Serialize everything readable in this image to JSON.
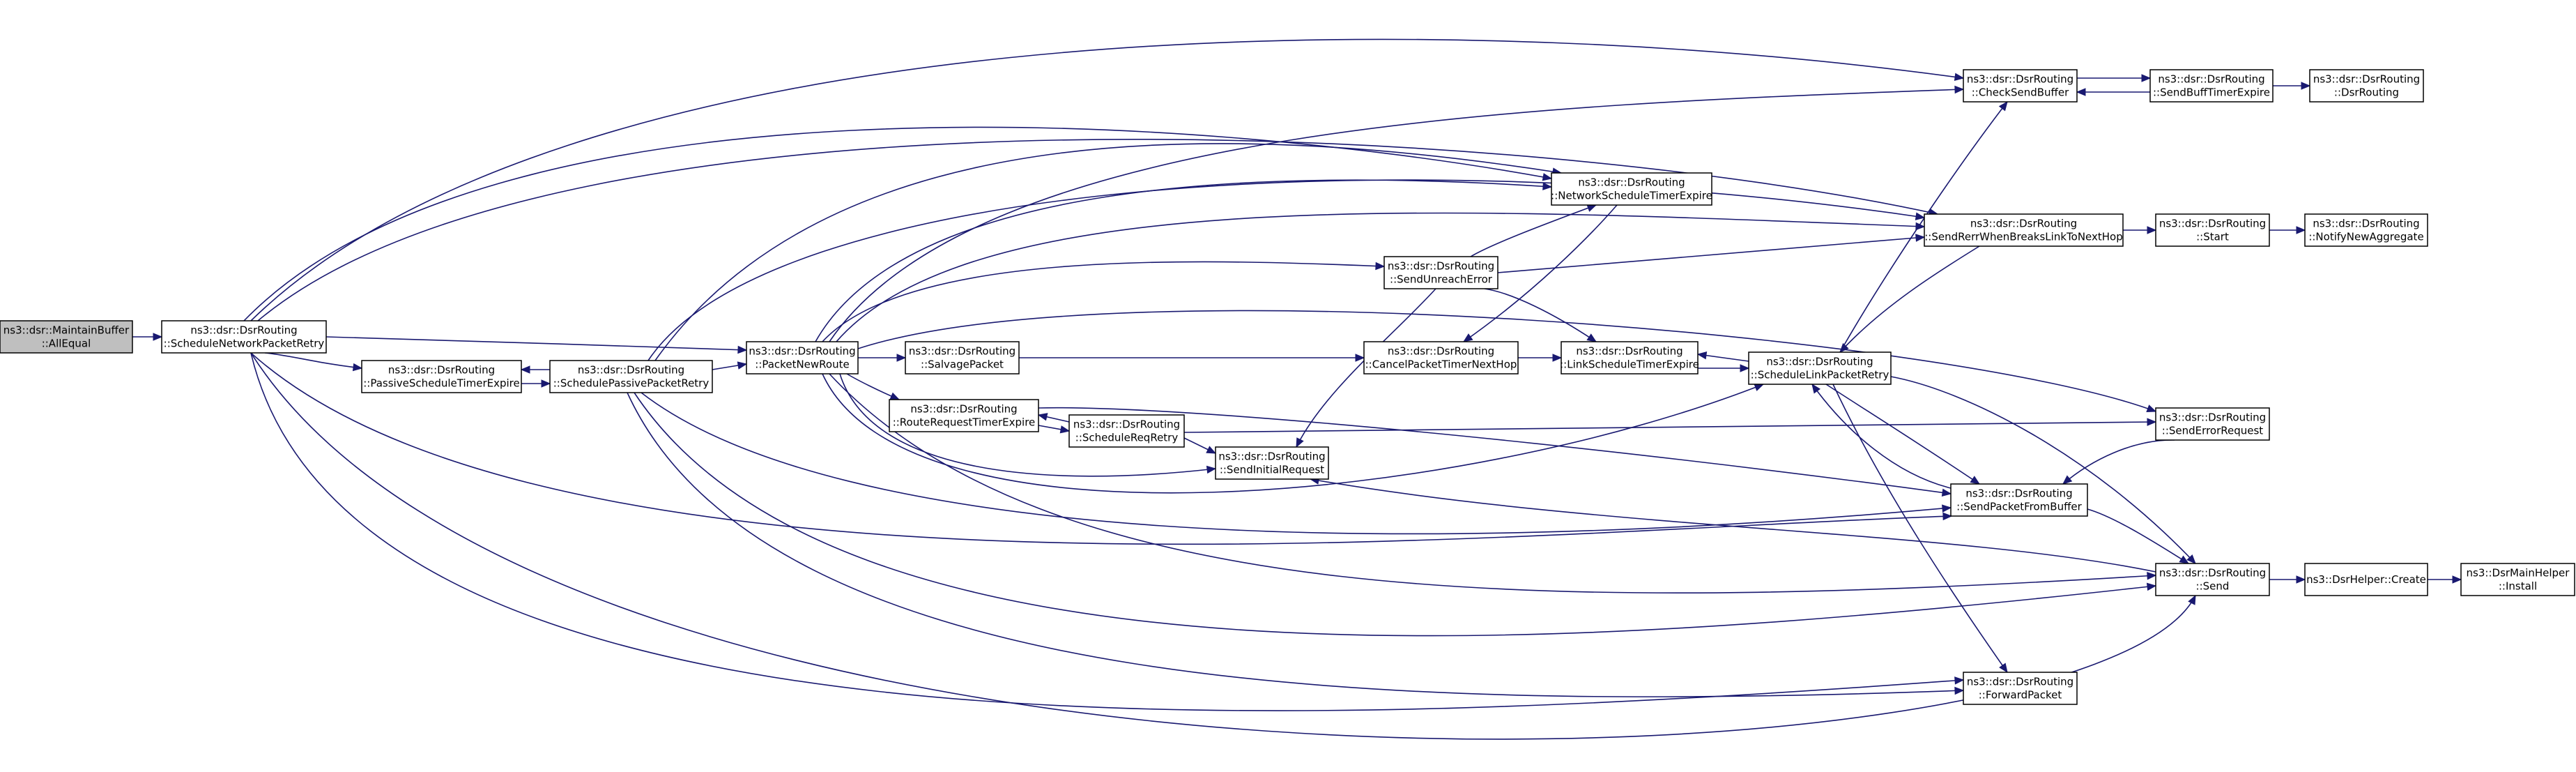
{
  "graph": {
    "nodes": [
      {
        "id": "maintain",
        "lines": [
          "ns3::dsr::MaintainBuffer",
          "::AllEqual"
        ],
        "highlight": true
      },
      {
        "id": "snpr",
        "lines": [
          "ns3::dsr::DsrRouting",
          "::ScheduleNetworkPacketRetry"
        ]
      },
      {
        "id": "pste",
        "lines": [
          "ns3::dsr::DsrRouting",
          "::PassiveScheduleTimerExpire"
        ]
      },
      {
        "id": "sppr",
        "lines": [
          "ns3::dsr::DsrRouting",
          "::SchedulePassivePacketRetry"
        ]
      },
      {
        "id": "pnr",
        "lines": [
          "ns3::dsr::DsrRouting",
          "::PacketNewRoute"
        ]
      },
      {
        "id": "salvage",
        "lines": [
          "ns3::dsr::DsrRouting",
          "::SalvagePacket"
        ]
      },
      {
        "id": "rrte",
        "lines": [
          "ns3::dsr::DsrRouting",
          "::RouteRequestTimerExpire"
        ]
      },
      {
        "id": "srr",
        "lines": [
          "ns3::dsr::DsrRouting",
          "::ScheduleReqRetry"
        ]
      },
      {
        "id": "sir",
        "lines": [
          "ns3::dsr::DsrRouting",
          "::SendInitialRequest"
        ]
      },
      {
        "id": "sue",
        "lines": [
          "ns3::dsr::DsrRouting",
          "::SendUnreachError"
        ]
      },
      {
        "id": "cptnh",
        "lines": [
          "ns3::dsr::DsrRouting",
          "::CancelPacketTimerNextHop"
        ]
      },
      {
        "id": "nste",
        "lines": [
          "ns3::dsr::DsrRouting",
          "::NetworkScheduleTimerExpire"
        ]
      },
      {
        "id": "lste",
        "lines": [
          "ns3::dsr::DsrRouting",
          "::LinkScheduleTimerExpire"
        ]
      },
      {
        "id": "slpr",
        "lines": [
          "ns3::dsr::DsrRouting",
          "::ScheduleLinkPacketRetry"
        ]
      },
      {
        "id": "csb",
        "lines": [
          "ns3::dsr::DsrRouting",
          "::CheckSendBuffer"
        ]
      },
      {
        "id": "srwbl",
        "lines": [
          "ns3::dsr::DsrRouting",
          "::SendRerrWhenBreaksLinkToNextHop"
        ]
      },
      {
        "id": "spfb",
        "lines": [
          "ns3::dsr::DsrRouting",
          "::SendPacketFromBuffer"
        ]
      },
      {
        "id": "fp",
        "lines": [
          "ns3::dsr::DsrRouting",
          "::ForwardPacket"
        ]
      },
      {
        "id": "sbte",
        "lines": [
          "ns3::dsr::DsrRouting",
          "::SendBuffTimerExpire"
        ]
      },
      {
        "id": "dsrr",
        "lines": [
          "ns3::dsr::DsrRouting",
          "::DsrRouting"
        ]
      },
      {
        "id": "start",
        "lines": [
          "ns3::dsr::DsrRouting",
          "::Start"
        ]
      },
      {
        "id": "nna",
        "lines": [
          "ns3::dsr::DsrRouting",
          "::NotifyNewAggregate"
        ]
      },
      {
        "id": "ser",
        "lines": [
          "ns3::dsr::DsrRouting",
          "::SendErrorRequest"
        ]
      },
      {
        "id": "send",
        "lines": [
          "ns3::dsr::DsrRouting",
          "::Send"
        ]
      },
      {
        "id": "helper",
        "lines": [
          "ns3::DsrHelper::Create"
        ]
      },
      {
        "id": "install",
        "lines": [
          "ns3::DsrMainHelper",
          "::Install"
        ]
      }
    ]
  }
}
